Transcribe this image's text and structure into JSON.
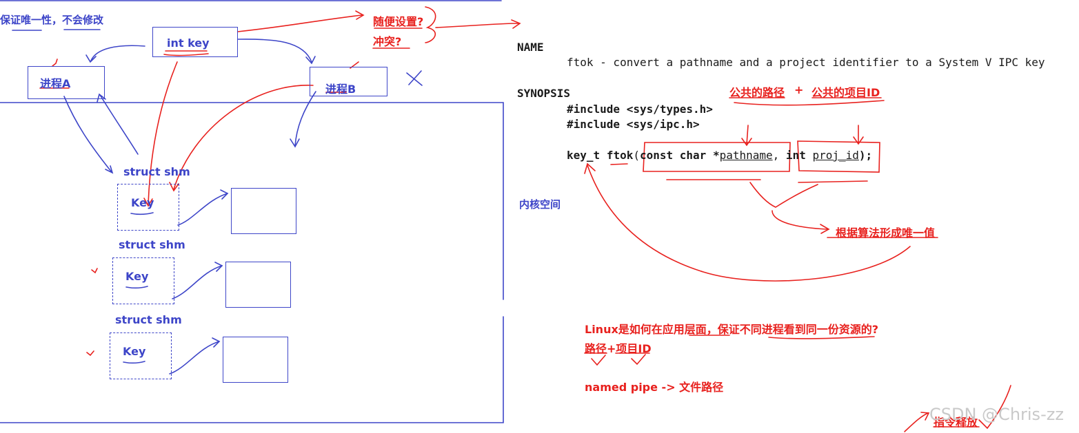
{
  "left": {
    "uniqueness_note": "保证唯一性，不会修改",
    "int_key": "int key",
    "process_a": "进程A",
    "process_b": "进程B",
    "struct_shm_1": "struct shm",
    "struct_shm_2": "struct shm",
    "struct_shm_3": "struct shm",
    "key_1": "Key",
    "key_2": "Key",
    "key_3": "Key",
    "random_question": "随便设置?",
    "conflict_question": "冲突?",
    "cross_mark": "×"
  },
  "man": {
    "name_heading": "NAME",
    "name_line": "ftok - convert a pathname and a project identifier to a System V IPC key",
    "synopsis_heading": "SYNOPSIS",
    "include_1": "#include <sys/types.h>",
    "include_2": "#include <sys/ipc.h>",
    "sig_ret": "key_t",
    "sig_fn": "ftok",
    "sig_p1_type": "const char *",
    "sig_p1_name": "pathname",
    "sig_comma": ",",
    "sig_p2_type": "int",
    "sig_p2_name": "proj_id",
    "sig_end": ");"
  },
  "notes": {
    "common_path": "公共的路径",
    "plus": "+",
    "common_project_id": "公共的项目ID",
    "kernel_space": "内核空间",
    "algorithm_unique": "根据算法形成唯一值",
    "linux_question": "Linux是如何在应用层面，保证不同进程看到同一份资源的?",
    "path_plus_id": "路径+项目ID",
    "named_pipe": "named pipe -> 文件路径",
    "command_release": "指令释放"
  },
  "watermark": "CSDN @Chris-zz",
  "colors": {
    "blue_ink": "#3d45c8",
    "red_ink": "#e8211e"
  }
}
